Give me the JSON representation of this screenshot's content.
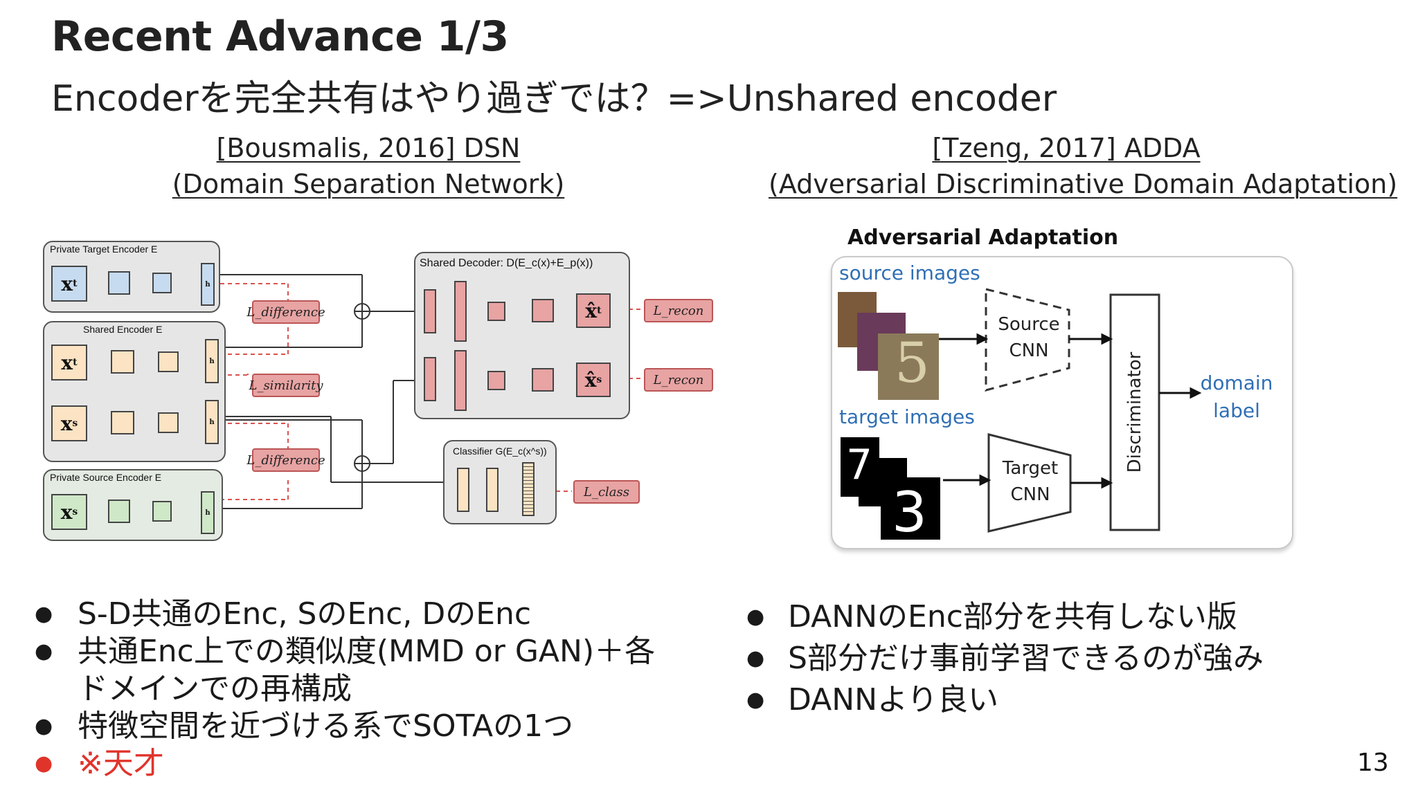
{
  "slide": {
    "title": "Recent Advance 1/3",
    "subtitle": "Encoderを完全共有はやり過ぎでは？=>Unshared encoder",
    "page_number": "13"
  },
  "left": {
    "citation_line1": "[Bousmalis, 2016] DSN",
    "citation_line2": "(Domain Separation Network)",
    "diagram": {
      "private_target_encoder": "Private Target Encoder E",
      "shared_encoder": "Shared Encoder E",
      "private_source_encoder": "Private Source Encoder E",
      "shared_decoder": "Shared Decoder: D(E_c(x)+E_p(x))",
      "classifier": "Classifier G(E_c(x^s))",
      "x_t": "x",
      "x_s": "x",
      "x_hat_t": "x̂",
      "x_hat_s": "x̂",
      "loss_difference": "L_difference",
      "loss_similarity": "L_similarity",
      "loss_recon": "L_recon",
      "loss_class": "L_class",
      "h_label": "h"
    },
    "bullets": [
      {
        "text": "S-D共通のEnc, SのEnc, DのEnc",
        "color": "#1a1a1a"
      },
      {
        "text": "共通Enc上での類似度(MMD or GAN)＋各",
        "color": "#1a1a1a"
      },
      {
        "text": "ドメインでの再構成",
        "color": "#1a1a1a",
        "continuation": true
      },
      {
        "text": "特徴空間を近づける系でSOTAの1つ",
        "color": "#1a1a1a"
      },
      {
        "text": "※天才",
        "color": "#e0342b"
      }
    ]
  },
  "right": {
    "citation_line1": "[Tzeng, 2017] ADDA",
    "citation_line2": "(Adversarial Discriminative Domain Adaptation)",
    "diagram": {
      "heading": "Adversarial Adaptation",
      "source_images": "source images",
      "target_images": "target images",
      "source_cnn_line1": "Source",
      "source_cnn_line2": "CNN",
      "target_cnn_line1": "Target",
      "target_cnn_line2": "CNN",
      "discriminator": "Discriminator",
      "domain_label_line1": "domain",
      "domain_label_line2": "label"
    },
    "bullets": [
      {
        "text": "DANNのEnc部分を共有しない版"
      },
      {
        "text": "S部分だけ事前学習できるのが強み"
      },
      {
        "text": "DANNより良い"
      }
    ]
  },
  "colors": {
    "accent_red": "#e0342b",
    "diagram_blue": "#2f6fb5",
    "loss_red": "#e8a3a3",
    "target_blue": "#c6dbef",
    "shared_tan": "#fbe3c3",
    "source_green": "#cfe8c7"
  }
}
